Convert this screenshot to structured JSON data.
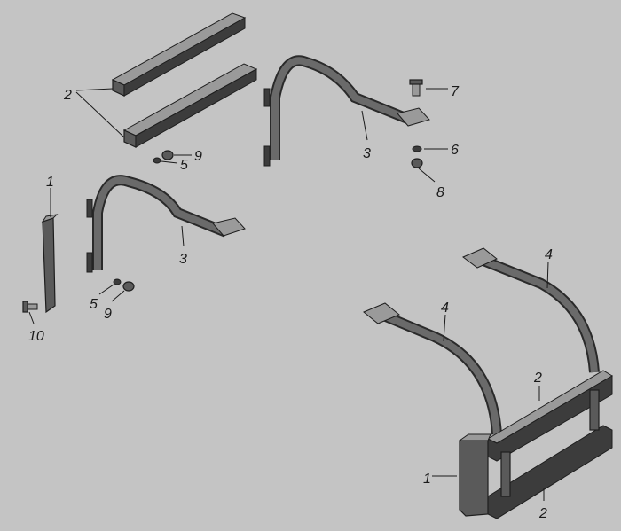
{
  "labels": {
    "bar_top": "2",
    "bracket_top": "3",
    "bolt_top": "7",
    "washer_top": "6",
    "nut_top": "8",
    "nut_mid": "9",
    "washer_mid": "5",
    "post_left": "1",
    "bracket_left": "3",
    "washer_left": "5",
    "nut_left": "9",
    "bolt_left": "10",
    "arm_right": "4",
    "arm_left": "4",
    "assembly_bar_top": "2",
    "assembly_post": "1",
    "assembly_bar_bottom": "2"
  }
}
